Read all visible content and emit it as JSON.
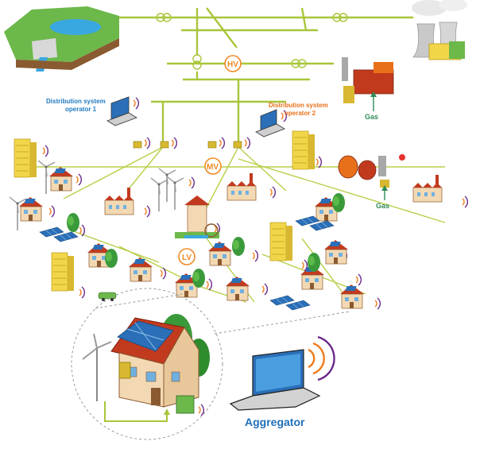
{
  "levels": {
    "hv": "HV",
    "mv": "MV",
    "lv": "LV"
  },
  "operators": {
    "dso1_line1": "Distribution system",
    "dso1_line2": "operator 1",
    "dso2_line1": "Distribution system",
    "dso2_line2": "operator 2"
  },
  "gas": {
    "label_top": "Gas",
    "label_bottom": "Gas"
  },
  "aggregator": {
    "label": "Aggregator"
  },
  "colors": {
    "grid_line": "#a8c63a",
    "level_ring": "#f08a24",
    "dso1_text": "#1f7ac0",
    "dso2_text": "#e8701a",
    "aggregator_text": "#1f6fb8",
    "gas_text": "#2e8b57",
    "wave_orange": "#f07a1a",
    "wave_purple": "#6a2a8a"
  },
  "icons": [
    "hydro-dam-icon",
    "power-plant-icon",
    "gas-plant-icon",
    "transformer-icon",
    "laptop-icon",
    "house-icon",
    "office-tower-icon",
    "factory-icon",
    "wind-turbine-icon",
    "solar-panel-icon",
    "biogas-plant-icon",
    "electric-car-icon",
    "wireless-signal-icon"
  ]
}
